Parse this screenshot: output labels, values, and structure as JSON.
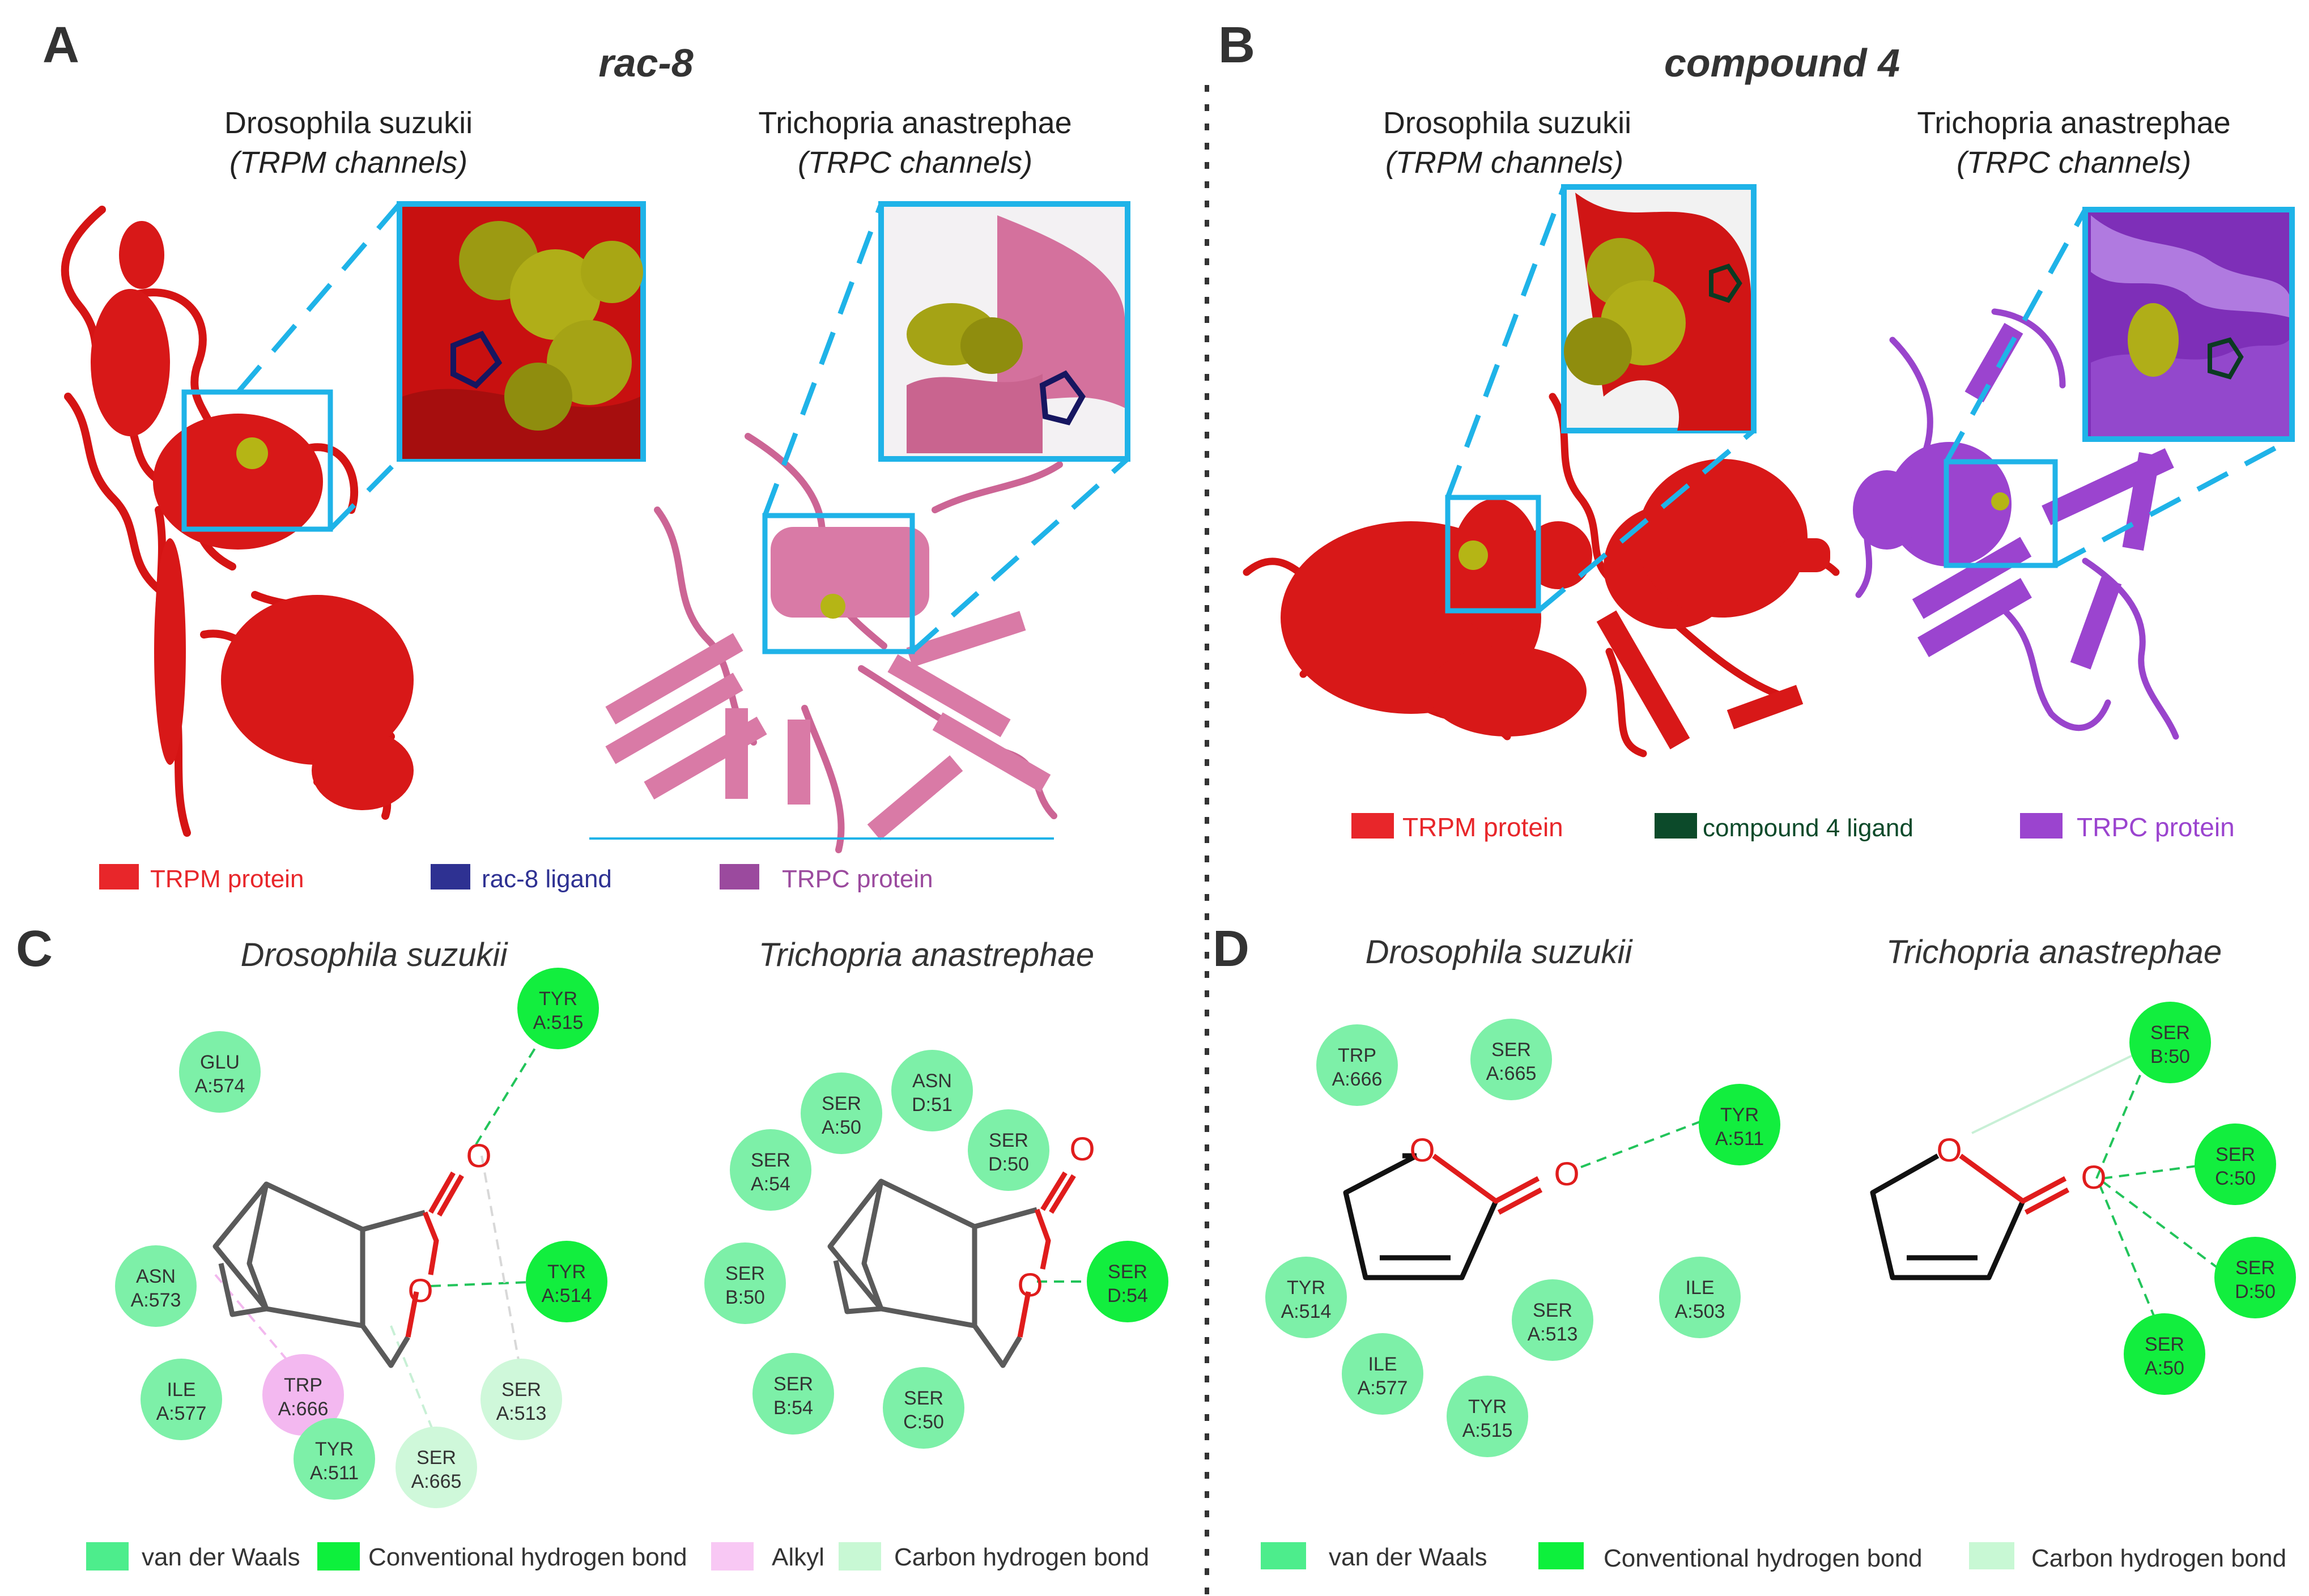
{
  "panels": {
    "A": {
      "letter": "A",
      "title": "rac-8",
      "left": {
        "species": "Drosophila suzukii",
        "channel": "(TRPM channels)"
      },
      "right": {
        "species": "Trichopria anastrephae",
        "channel": "(TRPC channels)"
      },
      "legend": [
        {
          "label": "TRPM protein",
          "color": "#e8262a"
        },
        {
          "label": "rac-8 ligand",
          "color": "#2e3192"
        },
        {
          "label": "TRPC protein",
          "color": "#9b4a9e"
        }
      ]
    },
    "B": {
      "letter": "B",
      "title": "compound 4",
      "left": {
        "species": "Drosophila suzukii",
        "channel": "(TRPM channels)"
      },
      "right": {
        "species": "Trichopria anastrephae",
        "channel": "(TRPC channels)"
      },
      "legend": [
        {
          "label": "TRPM protein",
          "color": "#e8262a"
        },
        {
          "label": "compound 4 ligand",
          "color": "#0c4a2a"
        },
        {
          "label": "TRPC protein",
          "color": "#9b44cf"
        }
      ]
    },
    "C": {
      "letter": "C",
      "left": {
        "title": "Drosophila suzukii",
        "residues": [
          {
            "res": "GLU",
            "id": "A:574",
            "type": "vdw"
          },
          {
            "res": "TYR",
            "id": "A:515",
            "type": "hbond"
          },
          {
            "res": "ASN",
            "id": "A:573",
            "type": "vdw"
          },
          {
            "res": "TYR",
            "id": "A:514",
            "type": "hbond"
          },
          {
            "res": "ILE",
            "id": "A:577",
            "type": "vdw"
          },
          {
            "res": "TRP",
            "id": "A:666",
            "type": "alkyl"
          },
          {
            "res": "TYR",
            "id": "A:511",
            "type": "vdw"
          },
          {
            "res": "SER",
            "id": "A:665",
            "type": "chb"
          },
          {
            "res": "SER",
            "id": "A:513",
            "type": "chb"
          }
        ]
      },
      "right": {
        "title": "Trichopria anastrephae",
        "residues": [
          {
            "res": "ASN",
            "id": "D:51",
            "type": "vdw"
          },
          {
            "res": "SER",
            "id": "A:50",
            "type": "vdw"
          },
          {
            "res": "SER",
            "id": "D:50",
            "type": "vdw"
          },
          {
            "res": "SER",
            "id": "A:54",
            "type": "vdw"
          },
          {
            "res": "SER",
            "id": "B:50",
            "type": "vdw"
          },
          {
            "res": "SER",
            "id": "D:54",
            "type": "hbond"
          },
          {
            "res": "SER",
            "id": "B:54",
            "type": "vdw"
          },
          {
            "res": "SER",
            "id": "C:50",
            "type": "vdw"
          }
        ]
      },
      "legend": [
        {
          "label": "van der Waals",
          "color": "#4ded8c"
        },
        {
          "label": "Conventional hydrogen bond",
          "color": "#0df03c"
        },
        {
          "label": "Alkyl",
          "color": "#f8c8f4"
        },
        {
          "label": "Carbon hydrogen bond",
          "color": "#c8f8d4"
        }
      ]
    },
    "D": {
      "letter": "D",
      "left": {
        "title": "Drosophila suzukii",
        "residues": [
          {
            "res": "TRP",
            "id": "A:666",
            "type": "vdw"
          },
          {
            "res": "SER",
            "id": "A:665",
            "type": "vdw"
          },
          {
            "res": "TYR",
            "id": "A:511",
            "type": "hbond"
          },
          {
            "res": "TYR",
            "id": "A:514",
            "type": "vdw"
          },
          {
            "res": "SER",
            "id": "A:513",
            "type": "vdw"
          },
          {
            "res": "ILE",
            "id": "A:503",
            "type": "vdw"
          },
          {
            "res": "ILE",
            "id": "A:577",
            "type": "vdw"
          },
          {
            "res": "TYR",
            "id": "A:515",
            "type": "vdw"
          }
        ]
      },
      "right": {
        "title": "Trichopria anastrephae",
        "residues": [
          {
            "res": "SER",
            "id": "B:50",
            "type": "hbond"
          },
          {
            "res": "SER",
            "id": "C:50",
            "type": "hbond"
          },
          {
            "res": "SER",
            "id": "D:50",
            "type": "hbond"
          },
          {
            "res": "SER",
            "id": "A:50",
            "type": "hbond"
          }
        ]
      },
      "legend": [
        {
          "label": "van der Waals",
          "color": "#4ded8c"
        },
        {
          "label": "Conventional hydrogen bond",
          "color": "#0df03c"
        },
        {
          "label": "Carbon hydrogen bond",
          "color": "#c8f8d4"
        }
      ]
    }
  },
  "atom_label": "O",
  "colors": {
    "vdw": "#7df0a8",
    "hbond": "#12ee3e",
    "alkyl": "#f3b8f0",
    "chb": "#cff8da",
    "zoom_box": "#1fb3e8",
    "divider": "#333333"
  }
}
